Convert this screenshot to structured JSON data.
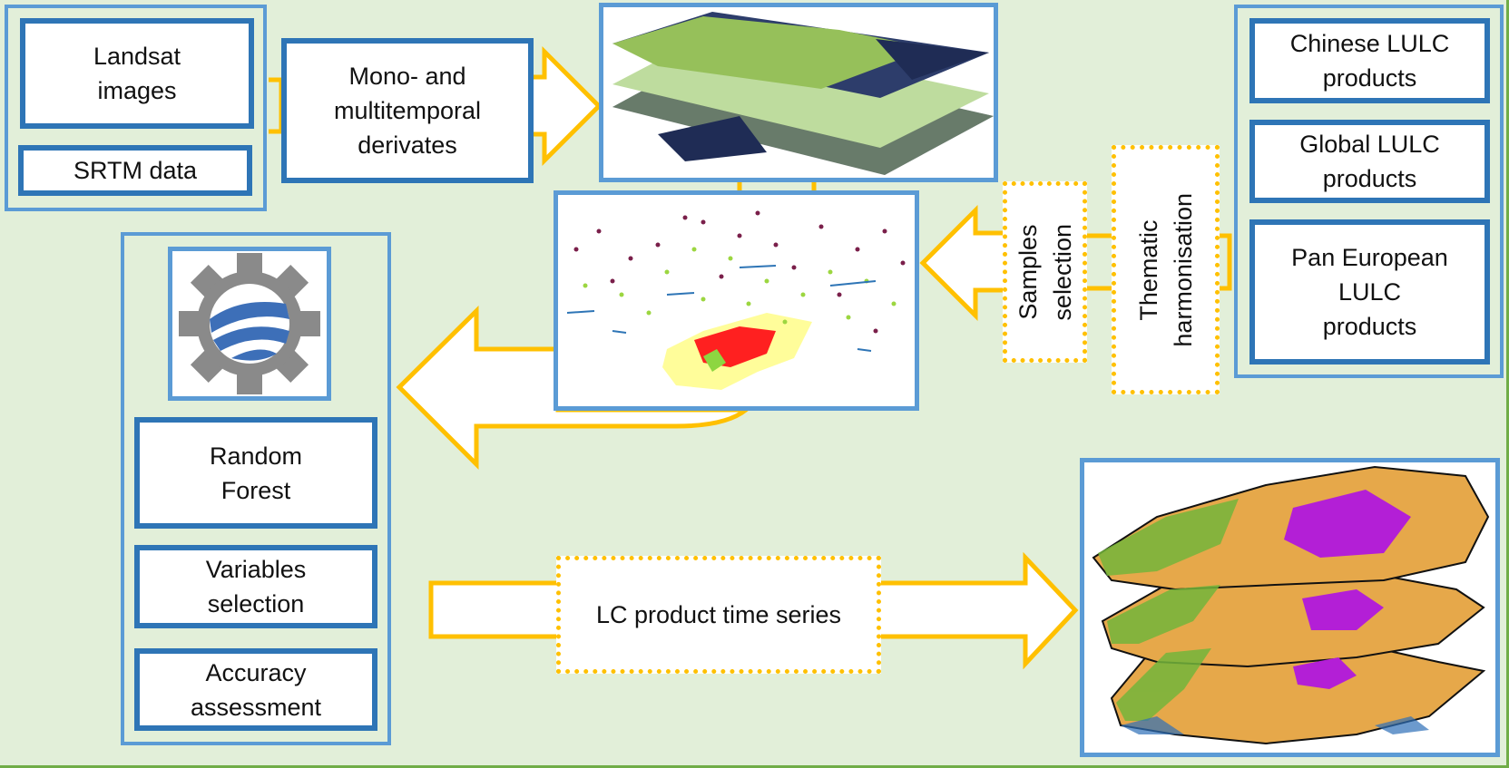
{
  "inputs": {
    "landsat": "Landsat\nimages",
    "srtm": "SRTM data"
  },
  "derivates": "Mono- and\nmultitemporal\nderivates",
  "references": {
    "chinese": "Chinese LULC\nproducts",
    "global": "Global LULC\nproducts",
    "pan_european": "Pan European\nLULC\nproducts"
  },
  "thematic": "Thematic\nharmonisation",
  "samples": "Samples\nselection",
  "classification": {
    "random_forest": "Random\nForest",
    "variables": "Variables\nselection",
    "accuracy": "Accuracy\nassessment"
  },
  "output": "LC product time series",
  "icons": [
    "earth-engine-icon",
    "satellite-layers-image",
    "samples-map-image",
    "lc-time-series-image"
  ],
  "colors": {
    "background": "#e2efd9",
    "box_border": "#2e75b6",
    "group_border": "#5b9bd5",
    "arrow": "#ffc000"
  }
}
